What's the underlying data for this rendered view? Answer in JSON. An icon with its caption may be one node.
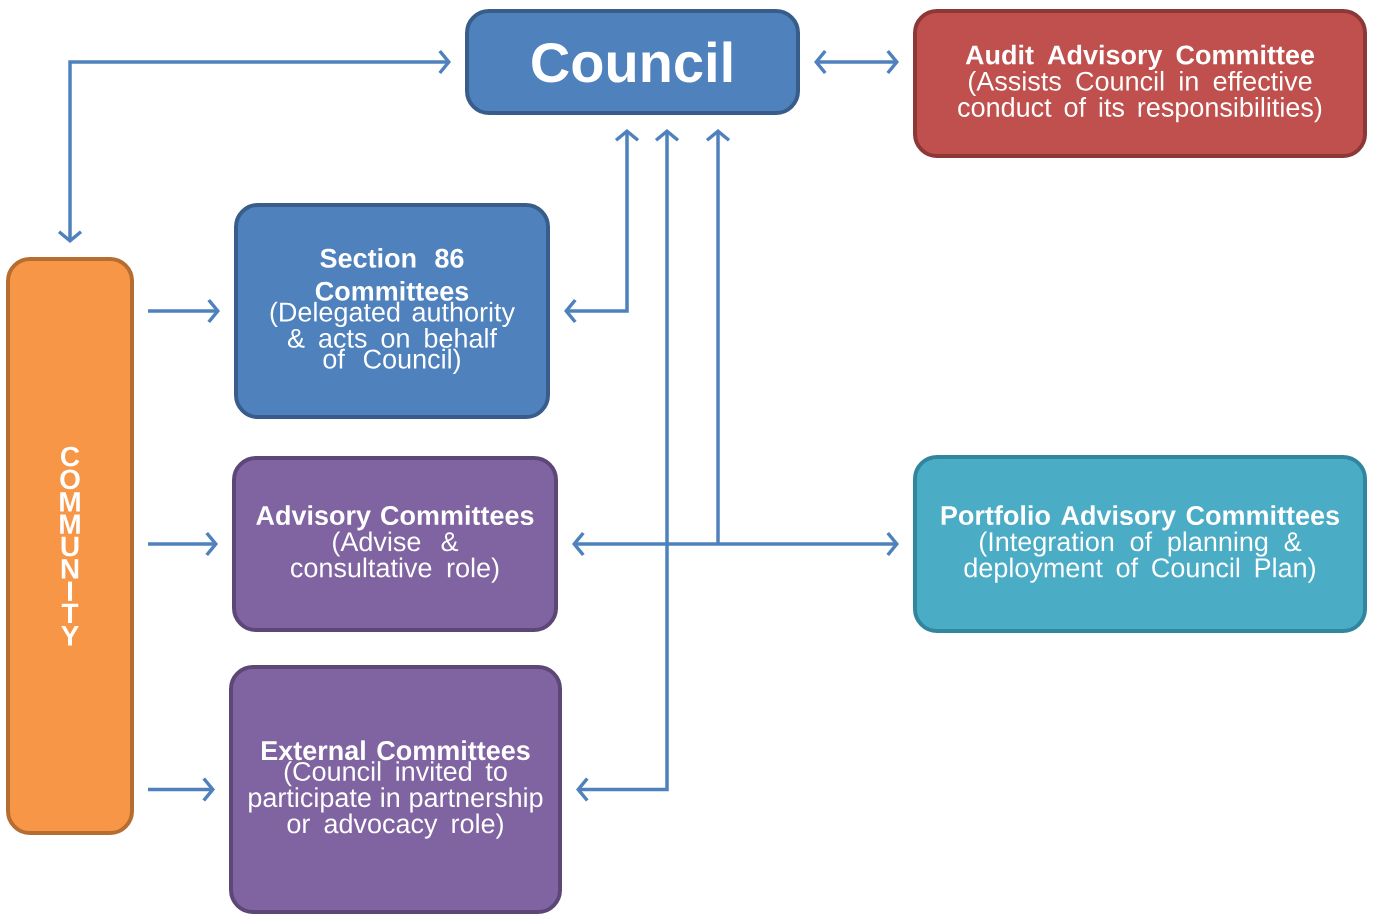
{
  "diagram": {
    "nodes": [
      {
        "text": [
          "Council"
        ]
      },
      {
        "text": [
          "Audit Advisory Committee",
          "(Assists Council in effective conduct of its responsibilities)"
        ]
      },
      {
        "text": [
          "COMMUNITY"
        ]
      },
      {
        "text": [
          "Section 86 Committees",
          "(Delegated authority & acts on behalf of Council)"
        ]
      },
      {
        "text": [
          "Advisory Committees",
          "(Advise & consultative role)"
        ]
      },
      {
        "text": [
          "External Committees",
          "(Council invited to participate in partnership or advocacy role)"
        ]
      },
      {
        "text": [
          "Portfolio Advisory Committees",
          "(Integration of planning & deployment of Council Plan)"
        ]
      }
    ],
    "edges": [
      {
        "from": 0,
        "to": 2,
        "arrow": "both"
      },
      {
        "from": 0,
        "to": 1,
        "arrow": "both"
      },
      {
        "from": 2,
        "to": 3,
        "arrow": "to"
      },
      {
        "from": 2,
        "to": 4,
        "arrow": "to"
      },
      {
        "from": 2,
        "to": 5,
        "arrow": "to"
      },
      {
        "from": 0,
        "to": 3,
        "arrow": "both"
      },
      {
        "from": 0,
        "to": 5,
        "arrow": "both"
      },
      {
        "from": 0,
        "to": 4,
        "arrow": "both"
      },
      {
        "from": 0,
        "to": 6,
        "arrow": "both"
      }
    ]
  }
}
